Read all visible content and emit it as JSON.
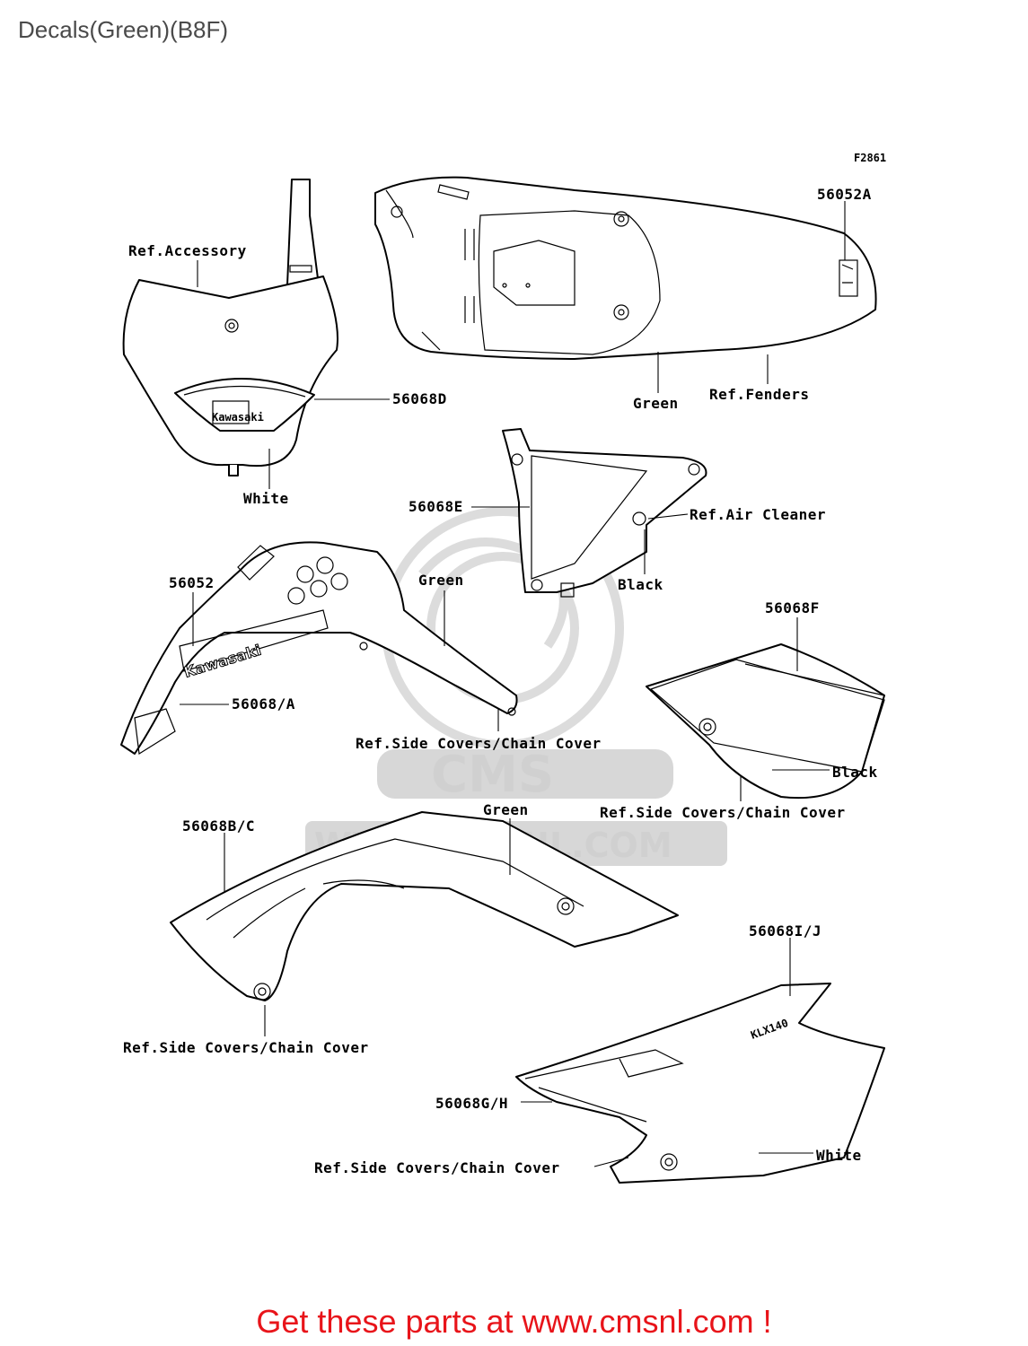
{
  "title": "Decals(Green)(B8F)",
  "figure_code": "F2861",
  "watermark": {
    "brand": "CMS",
    "url": "WWW.CMSNL.COM"
  },
  "decal_text": {
    "kawasaki_logo_small": "Kawasaki",
    "kawasaki_side": "Kawasaki",
    "model": "KLX140"
  },
  "labels": {
    "p_56052A": "56052A",
    "ref_accessory": "Ref.Accessory",
    "p_56068D": "56068D",
    "white_1": "White",
    "green_1": "Green",
    "ref_fenders": "Ref.Fenders",
    "p_56068E": "56068E",
    "ref_air_cleaner": "Ref.Air Cleaner",
    "black_1": "Black",
    "p_56052": "56052",
    "green_2": "Green",
    "p_56068F": "56068F",
    "p_56068_A": "56068/A",
    "ref_side_covers_1": "Ref.Side Covers/Chain Cover",
    "black_2": "Black",
    "ref_side_covers_2": "Ref.Side Covers/Chain Cover",
    "p_56068B_C": "56068B/C",
    "green_3": "Green",
    "p_56068I_J": "56068I/J",
    "ref_side_covers_3": "Ref.Side Covers/Chain Cover",
    "p_56068G_H": "56068G/H",
    "ref_side_covers_4": "Ref.Side Covers/Chain Cover",
    "white_2": "White"
  },
  "footer": {
    "cta": "Get these parts at www.cmsnl.com !"
  },
  "colors": {
    "cta": "#e8141a",
    "title": "#4a4a4a",
    "watermark": "#d7d7d7"
  }
}
